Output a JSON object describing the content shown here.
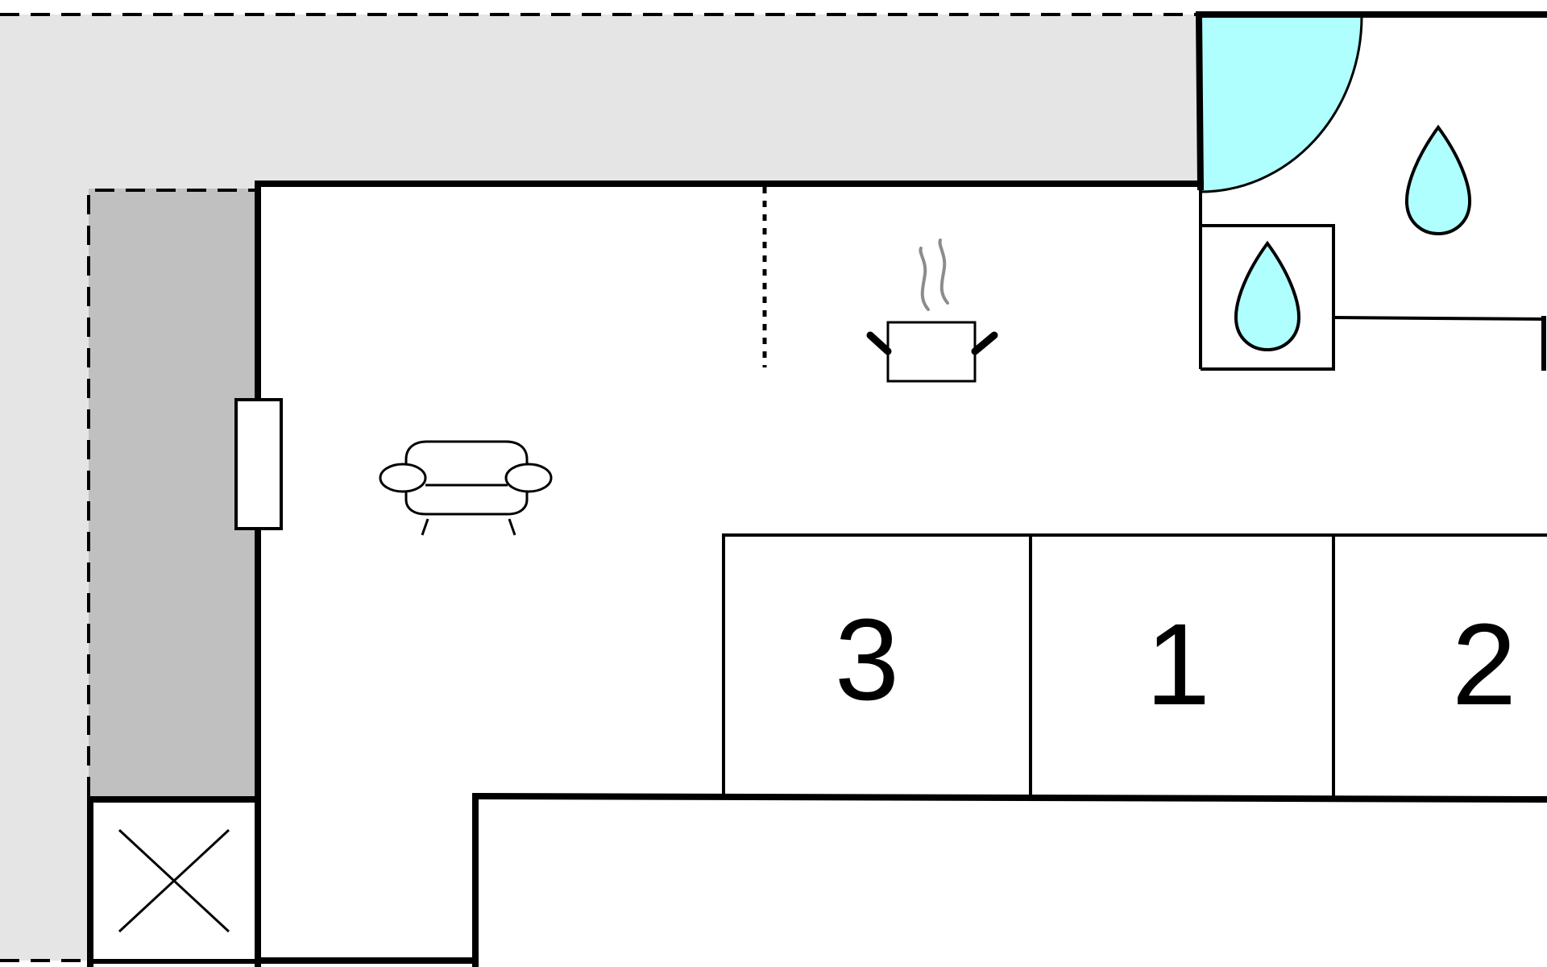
{
  "colors": {
    "terrace": "#e5e5e5",
    "balcony": "#c0c0c0",
    "wall": "#000000",
    "room": "#ffffff",
    "water": "#b0ffff",
    "steam": "#8c8c8c"
  },
  "icons": {
    "living_area": "sofa-icon",
    "kitchen": "cooking-pot-icon",
    "bathroom": "water-drop-icon",
    "wc": "water-drop-icon",
    "window": "window-icon",
    "storage": "cross-box-icon",
    "shower": "shower-quarter-circle",
    "partition": "dashed-partition-line"
  },
  "rooms": [
    {
      "id": "bedroom-3",
      "label": "3"
    },
    {
      "id": "bedroom-1",
      "label": "1"
    },
    {
      "id": "bedroom-2",
      "label": "2"
    }
  ]
}
